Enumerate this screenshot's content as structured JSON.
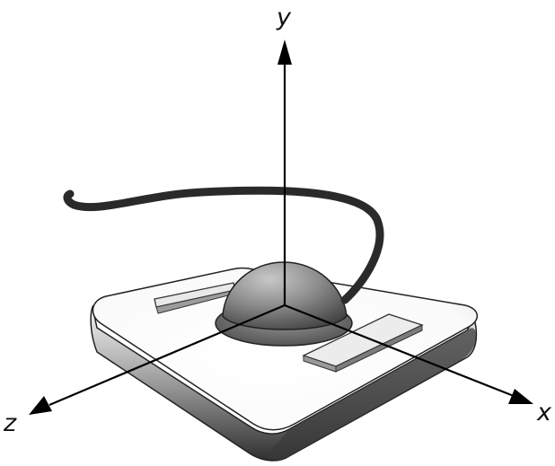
{
  "axes": {
    "x": {
      "label": "x"
    },
    "y": {
      "label": "y"
    },
    "z": {
      "label": "z"
    }
  },
  "icons": {
    "device": "trackball-device-icon",
    "cable": "cable-icon"
  },
  "colors": {
    "axis": "#000000",
    "cable": "#2a2a2a",
    "dome_light": "#a6a6a6",
    "dome_dark": "#4b4b4b",
    "base_top": "#ffffff",
    "base_side_dark": "#3d3d3d"
  }
}
